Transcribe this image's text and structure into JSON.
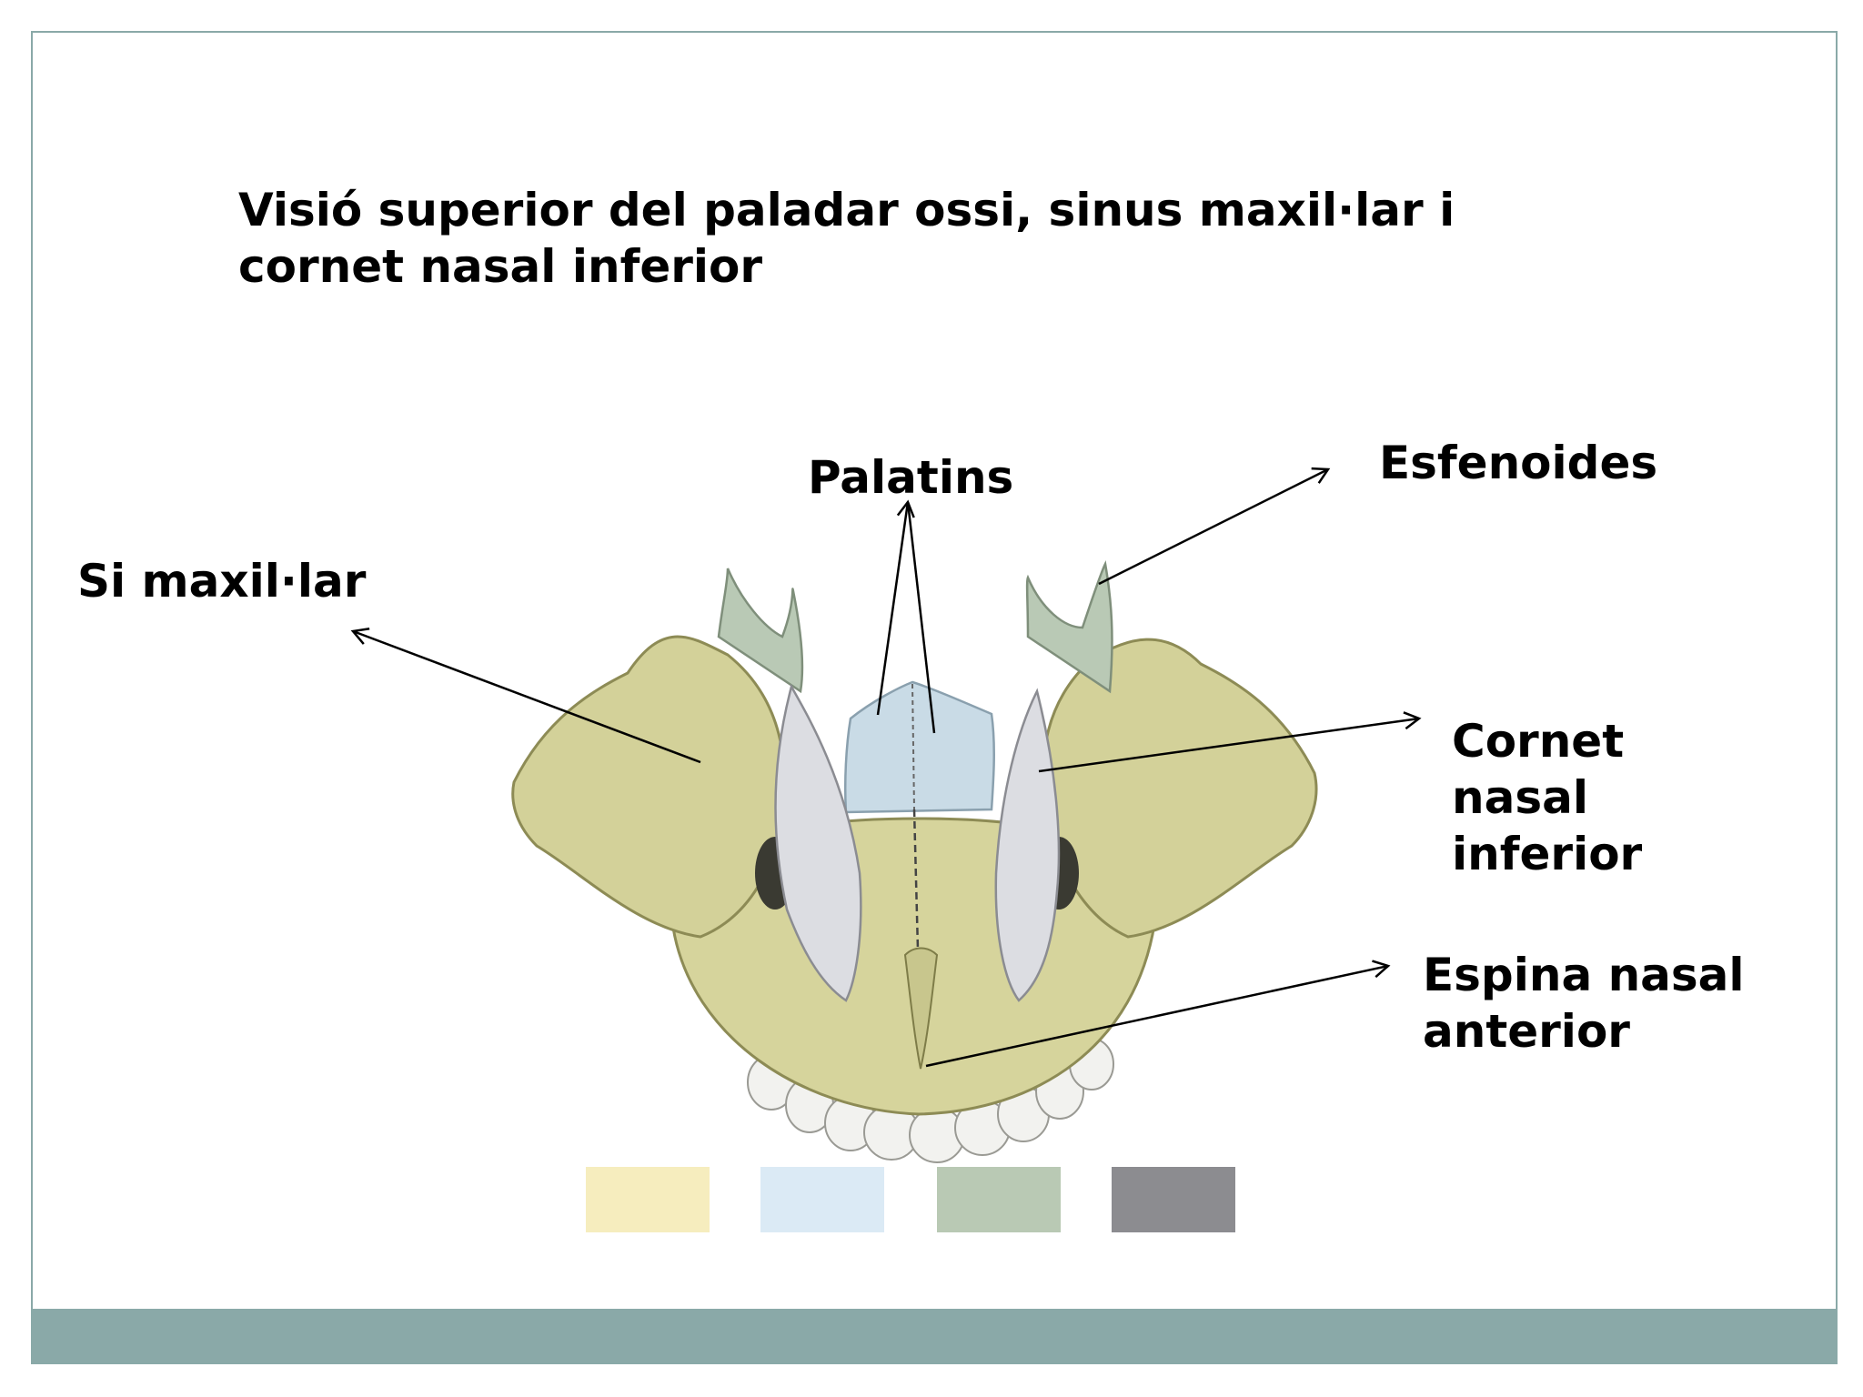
{
  "title": "Visió superior del paladar ossi, sinus maxil·lar i cornet nasal inferior",
  "labels": {
    "si_maxillar": "Si maxil·lar",
    "palatins": "Palatins",
    "esfenoides": "Esfenoides",
    "cornet_line1": "Cornet",
    "cornet_line2": "nasal",
    "cornet_line3": "inferior",
    "espina_line1": "Espina nasal",
    "espina_line2": "anterior"
  },
  "colors": {
    "frame_border": "#8aa9a8",
    "footer_band": "#8aa9a8",
    "bone": "#d6d49c",
    "bone_shadow": "#a9a76a",
    "palatine": "#c9dbe6",
    "concha": "#dcdde2",
    "sphenoid": "#b9c9b5",
    "swatch_yellow": "#f6edbe",
    "swatch_blue": "#dbeaf5",
    "swatch_green": "#b9c9b4",
    "swatch_gray": "#8c8c90"
  },
  "swatches": [
    {
      "color": "#f6edbe"
    },
    {
      "color": "#dbeaf5"
    },
    {
      "color": "#b9c9b4"
    },
    {
      "color": "#8c8c90"
    }
  ]
}
